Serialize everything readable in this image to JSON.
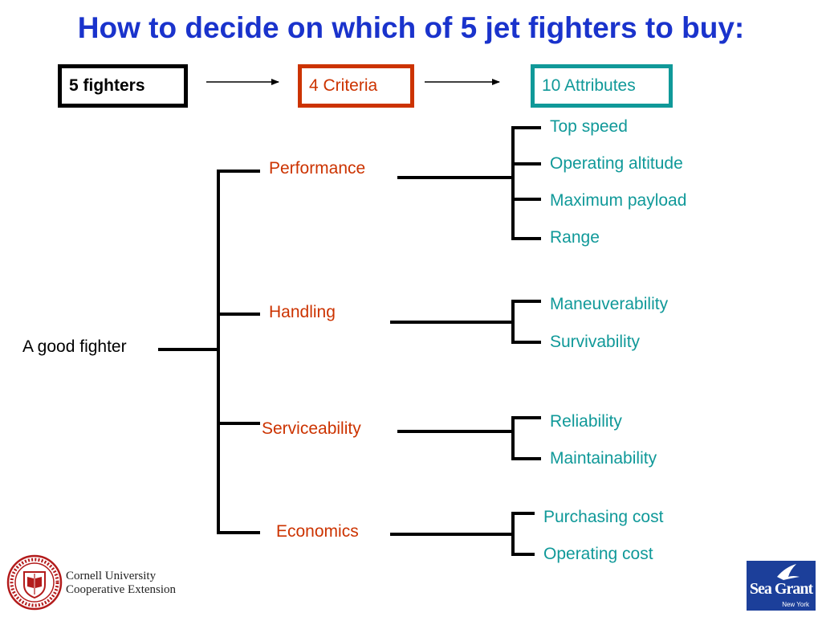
{
  "title": "How to decide on which of 5 jet fighters to buy:",
  "header": {
    "fighters": "5 fighters",
    "criteria": "4 Criteria",
    "attributes": "10 Attributes"
  },
  "root": "A good fighter",
  "criteria": [
    {
      "label": "Performance",
      "attributes": [
        "Top speed",
        "Operating altitude",
        "Maximum payload",
        "Range"
      ]
    },
    {
      "label": "Handling",
      "attributes": [
        "Maneuverability",
        "Survivability"
      ]
    },
    {
      "label": "Serviceability",
      "attributes": [
        "Reliability",
        "Maintainability"
      ]
    },
    {
      "label": "Economics",
      "attributes": [
        "Purchasing cost",
        "Operating cost"
      ]
    }
  ],
  "logos": {
    "cornell_line1": "Cornell University",
    "cornell_line2": "Cooperative Extension",
    "seagrant_name": "Sea Grant",
    "seagrant_sub": "New York"
  },
  "colors": {
    "title": "#1a33cc",
    "criteria": "#cc3300",
    "attributes": "#109999",
    "lines": "#000000",
    "cornell_red": "#b31b1b",
    "seagrant_blue": "#1c3f9a"
  }
}
